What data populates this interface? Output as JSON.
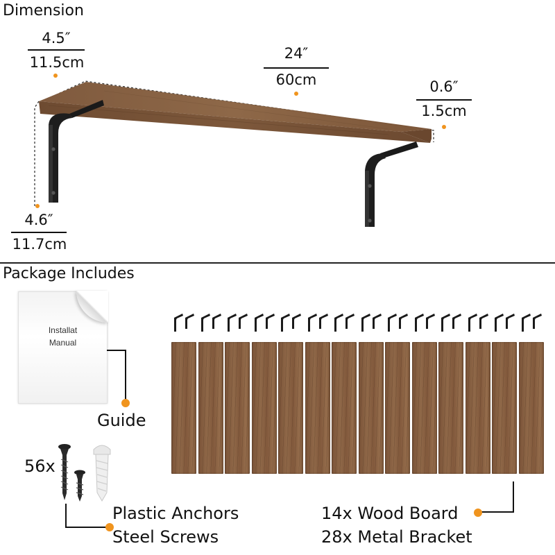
{
  "sections": {
    "dimension": "Dimension",
    "package": "Package Includes"
  },
  "dimensions": {
    "depth": {
      "inch": "4.5″",
      "cm": "11.5cm"
    },
    "length": {
      "inch": "24″",
      "cm": "60cm"
    },
    "thickness": {
      "inch": "0.6″",
      "cm": "1.5cm"
    },
    "height": {
      "inch": "4.6″",
      "cm": "11.7cm"
    }
  },
  "package": {
    "manual_lines": [
      "Installat",
      "Manual"
    ],
    "guide": "Guide",
    "screw_count": "56x",
    "anchors": "Plastic Anchors",
    "screws": "Steel Screws",
    "boards": "14x Wood Board",
    "brackets": "28x Metal Bracket",
    "board_count": 14,
    "bracket_count": 28
  },
  "colors": {
    "accent": "#f0941e",
    "wood": "#8a6345",
    "metal": "#1a1a1a"
  }
}
